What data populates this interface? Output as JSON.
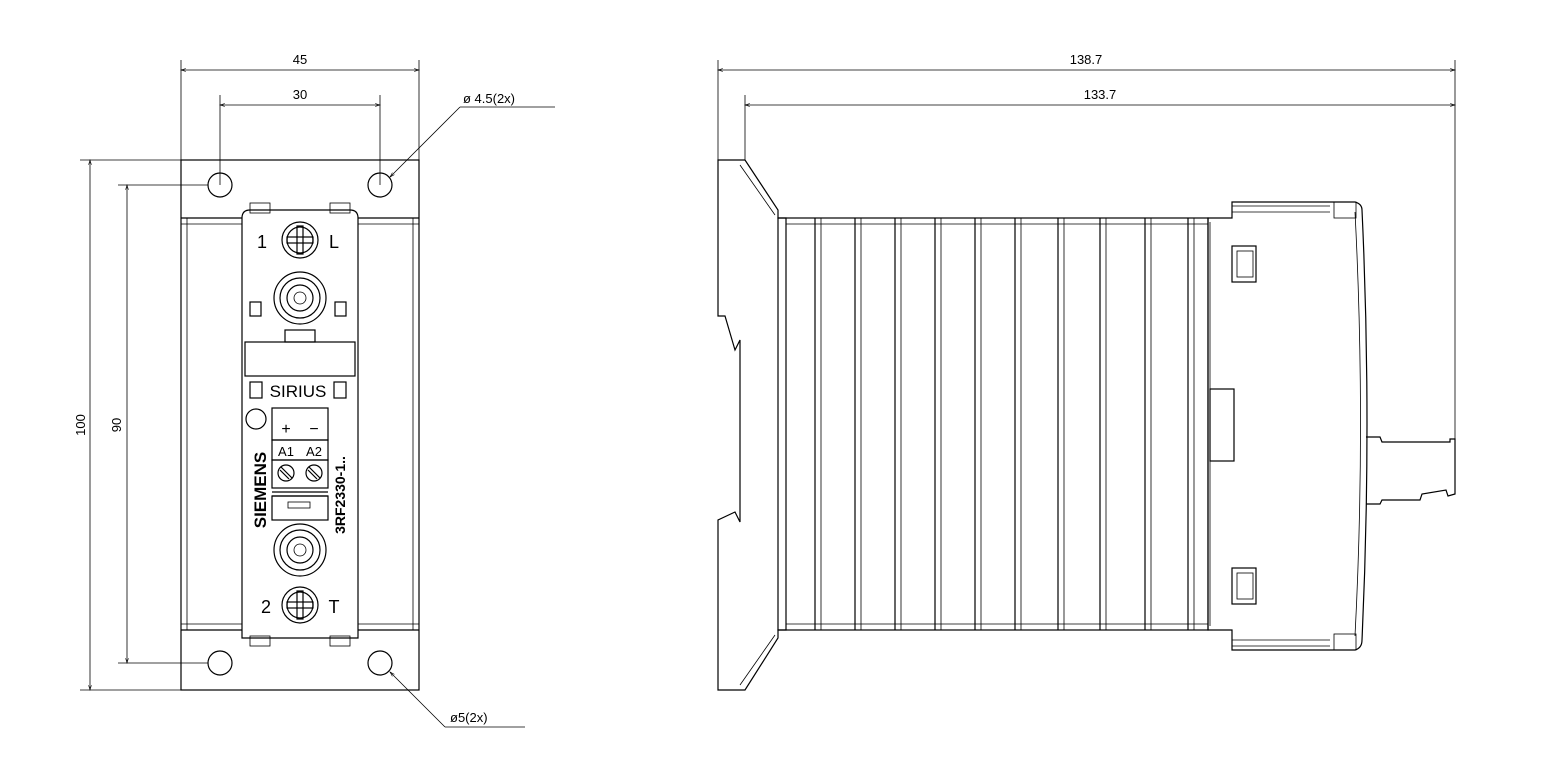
{
  "front_view": {
    "dim_width_total": "45",
    "dim_hole_spacing": "30",
    "dim_height_total": "100",
    "dim_hole_vertical": "90",
    "top_hole_note": "ø 4.5(2x)",
    "bottom_hole_note": "ø5(2x)",
    "terminal_top_number": "1",
    "terminal_top_letter": "L",
    "terminal_bottom_number": "2",
    "terminal_bottom_letter": "T",
    "series_label": "SIRIUS",
    "brand_label": "SIEMENS",
    "control_plus": "+",
    "control_minus": "−",
    "control_a1": "A1",
    "control_a2": "A2",
    "model_label": "3RF2330-1.."
  },
  "side_view": {
    "dim_depth_total": "138.7",
    "dim_depth_body": "133.7"
  }
}
